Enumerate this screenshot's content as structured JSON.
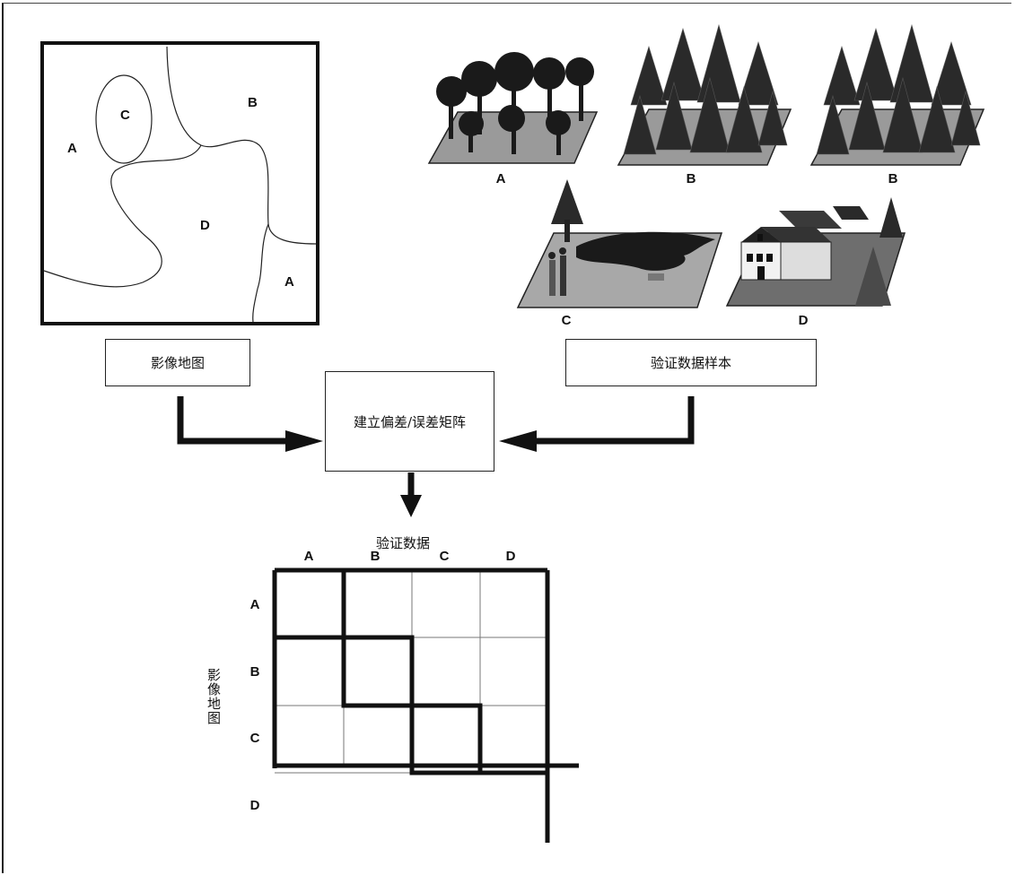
{
  "image_map": {
    "zones": [
      {
        "label": "C"
      },
      {
        "label": "B"
      },
      {
        "label": "A"
      },
      {
        "label": "D"
      },
      {
        "label": "A"
      }
    ],
    "box_label": "影像地图"
  },
  "samples": {
    "scenes": [
      {
        "label": "A",
        "kind": "deciduous-forest"
      },
      {
        "label": "B",
        "kind": "conifer-forest"
      },
      {
        "label": "B",
        "kind": "conifer-forest"
      },
      {
        "label": "C",
        "kind": "water-and-people"
      },
      {
        "label": "D",
        "kind": "house-and-buildings"
      }
    ],
    "box_label": "验证数据样本"
  },
  "process": {
    "box_label": "建立偏差/误差矩阵"
  },
  "matrix": {
    "title": "验证数据",
    "columns": [
      "A",
      "B",
      "C",
      "D"
    ],
    "rows": [
      "A",
      "B",
      "C",
      "D"
    ],
    "row_axis_label": "影像地图"
  },
  "colors": {
    "ink": "#111111",
    "ground": "#9a9a9a",
    "water": "#222222"
  }
}
